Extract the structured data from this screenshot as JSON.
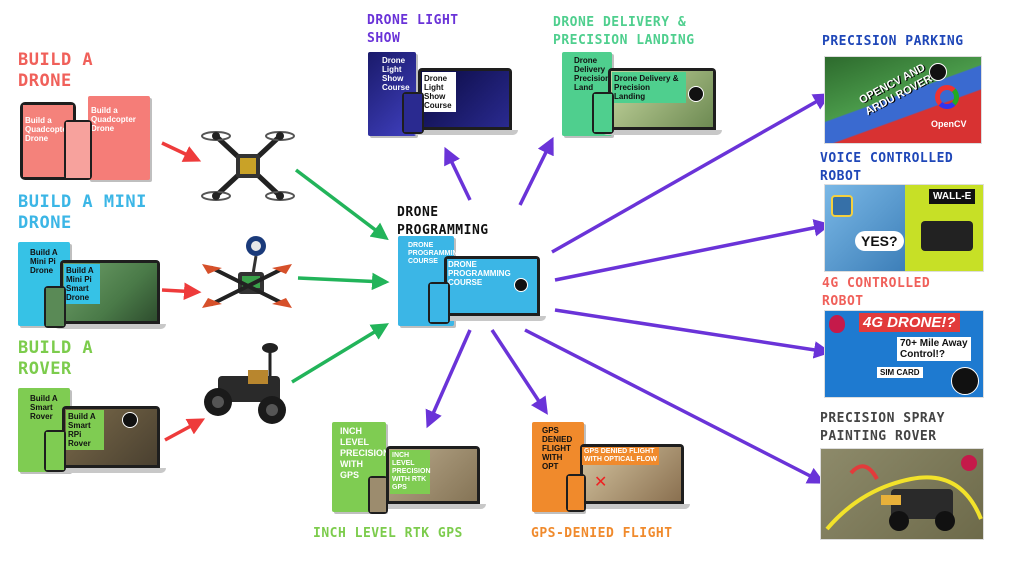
{
  "labels": {
    "build_drone": "BUILD A\nDRONE",
    "build_mini_drone": "BUILD A MINI\nDRONE",
    "build_rover": "BUILD A\nROVER",
    "drone_light_show": "DRONE LIGHT\nSHOW",
    "drone_delivery": "DRONE DELIVERY &\nPRECISION LANDING",
    "drone_programming": "DRONE\nPROGRAMMING",
    "inch_level_rtk": "INCH LEVEL RTK GPS",
    "gps_denied": "GPS-DENIED FLIGHT",
    "precision_parking": "PRECISION PARKING",
    "voice_controlled": "VOICE CONTROLLED\nROBOT",
    "4g_controlled": "4G CONTROLLED\nROBOT",
    "precision_spray": "PRECISION SPRAY\nPAINTING ROVER"
  },
  "product_text": {
    "build_drone_box": "Build a\nQuadcopter\nDrone",
    "build_drone_tablet": "Build a\nQuadcopter\nDrone",
    "mini_box": "Build A\nMini Pi\nDrone",
    "mini_laptop": "Build A\nMini Pi\nSmart\nDrone",
    "rover_box": "Build A\nSmart\nRover",
    "rover_laptop": "Build A\nSmart\nRPi\nRover",
    "light_box": "Drone\nLight\nShow\nCourse",
    "light_laptop": "Drone\nLight\nShow\nCourse",
    "delivery_box": "Drone\nDelivery\nPrecision\nLand",
    "delivery_laptop": "Drone Delivery &\nPrecision\nLanding",
    "programming_box": "DRONE\nPROGRAMMING\nCOURSE",
    "programming_laptop": "DRONE\nPROGRAMMING\nCOURSE",
    "rtk_box": "INCH LEVEL\nPRECISION\nWITH\nGPS",
    "rtk_laptop": "INCH LEVEL\nPRECISION\nWITH RTK\nGPS",
    "gps_box": "GPS\nDENIED\nFLIGHT\nWITH\nOPT",
    "gps_laptop": "GPS DENIED FLIGHT\nWITH OPTICAL FLOW"
  },
  "thumb_text": {
    "parking_main": "OPENCV AND\nARDU ROVER",
    "parking_brand": "OpenCV",
    "voice_wall": "WALL-E",
    "voice_yes": "YES?",
    "fourg_title": "4G DRONE!?",
    "fourg_sub": "70+ Mile Away\nControl!?",
    "fourg_sim": "SIM CARD"
  },
  "colors": {
    "red": "#f0605a",
    "cyan": "#3bb6e6",
    "green": "#7ccc4c",
    "purple": "#6a33d8",
    "blue": "#1f47b8",
    "orange": "#f08a2c"
  }
}
